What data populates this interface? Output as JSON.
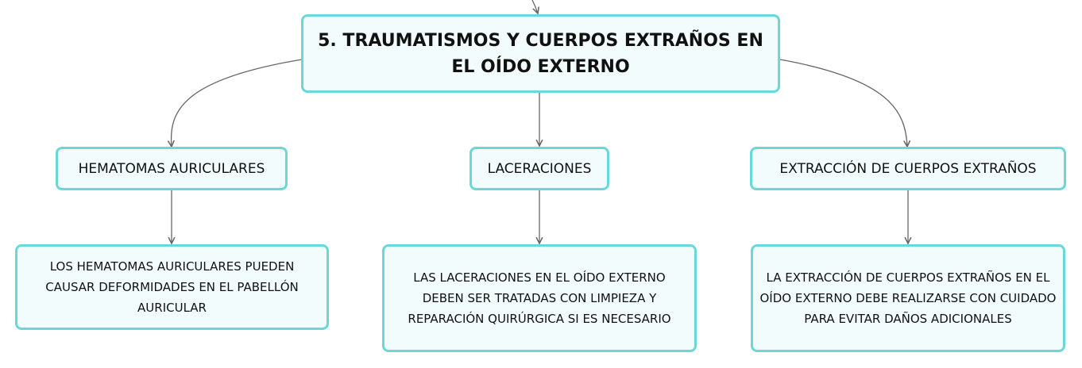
{
  "main_topic": {
    "label": "5. TRAUMATISMOS Y CUERPOS EXTRAÑOS EN EL OÍDO EXTERNO"
  },
  "subtopics": [
    {
      "label": "HEMATOMAS AURICULARES"
    },
    {
      "label": "LACERACIONES"
    },
    {
      "label": "EXTRACCIÓN DE CUERPOS EXTRAÑOS"
    }
  ],
  "details": [
    {
      "label": "LOS HEMATOMAS AURICULARES PUEDEN CAUSAR DEFORMIDADES EN EL PABELLÓN AURICULAR"
    },
    {
      "label": "LAS LACERACIONES EN EL OÍDO EXTERNO DEBEN SER TRATADAS CON LIMPIEZA Y REPARACIÓN QUIRÚRGICA SI ES NECESARIO"
    },
    {
      "label": "LA EXTRACCIÓN DE CUERPOS EXTRAÑOS EN EL OÍDO EXTERNO DEBE REALIZARSE CON CUIDADO PARA EVITAR DAÑOS ADICIONALES"
    }
  ],
  "colors": {
    "node_border": "#69d8d8",
    "node_fill": "#f3fcfc",
    "connector": "#666666"
  }
}
